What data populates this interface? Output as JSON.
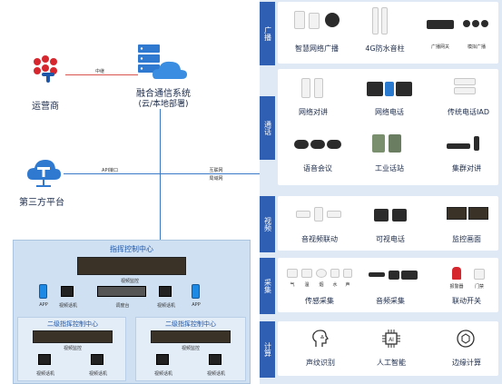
{
  "left": {
    "operator_label": "运营商",
    "third_party_label": "第三方平台",
    "system_label_1": "融合通信系统",
    "system_label_2": "(云/本地部署)",
    "relay_label": "中继",
    "api_label": "API接口",
    "internet_label_1": "互联网",
    "internet_label_2": "局域网"
  },
  "command_center": {
    "main_title": "指挥控制中心",
    "sub1_title": "二级指挥控制中心",
    "sub2_title": "二级指挥控制中心",
    "video_monitor": "视频监控",
    "video_phone": "视频话机",
    "dispatch_desk": "调度台",
    "app": "APP"
  },
  "sections": [
    {
      "tab": "广播",
      "items": [
        "智慧网络广播",
        "4G防水音柱",
        "广播网关",
        "模拟广播"
      ]
    },
    {
      "tab": "通话",
      "items": [
        "网络对讲",
        "网络电话",
        "传统电话IAD",
        "语音会议",
        "工业话站",
        "集群对讲"
      ]
    },
    {
      "tab": "视频",
      "items": [
        "音视频联动",
        "可视电话",
        "监控画面"
      ]
    },
    {
      "tab": "采集",
      "items": [
        "传感采集",
        "音频采集",
        "联动开关"
      ],
      "small": [
        "气",
        "温",
        "烟",
        "水",
        "声",
        "报警器",
        "门禁"
      ]
    },
    {
      "tab": "计算",
      "items": [
        "声纹识别",
        "人工智能",
        "边缘计算"
      ]
    }
  ],
  "colors": {
    "accent": "#2f5fb3",
    "panel": "#dfe8f5",
    "line_red": "#d9534f",
    "line_blue": "#3a78c8"
  }
}
